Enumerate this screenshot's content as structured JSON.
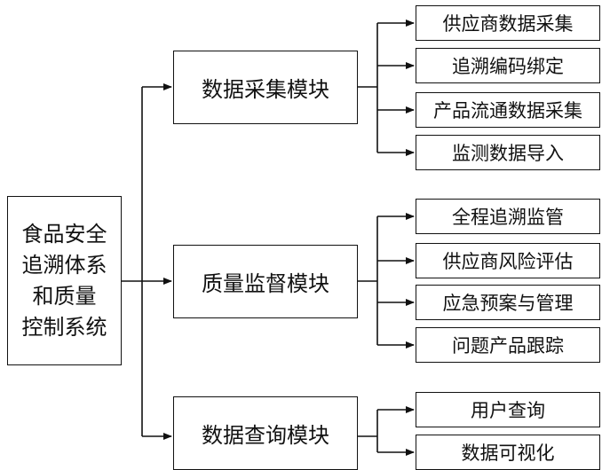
{
  "root": {
    "lines": [
      "食品安全",
      "追溯体系",
      "和质量",
      "控制系统"
    ]
  },
  "modules": [
    {
      "label": "数据采集模块",
      "children": [
        "供应商数据采集",
        "追溯编码绑定",
        "产品流通数据采集",
        "监测数据导入"
      ]
    },
    {
      "label": "质量监督模块",
      "children": [
        "全程追溯监管",
        "供应商风险评估",
        "应急预案与管理",
        "问题产品跟踪"
      ]
    },
    {
      "label": "数据查询模块",
      "children": [
        "用户查询",
        "数据可视化"
      ]
    }
  ]
}
